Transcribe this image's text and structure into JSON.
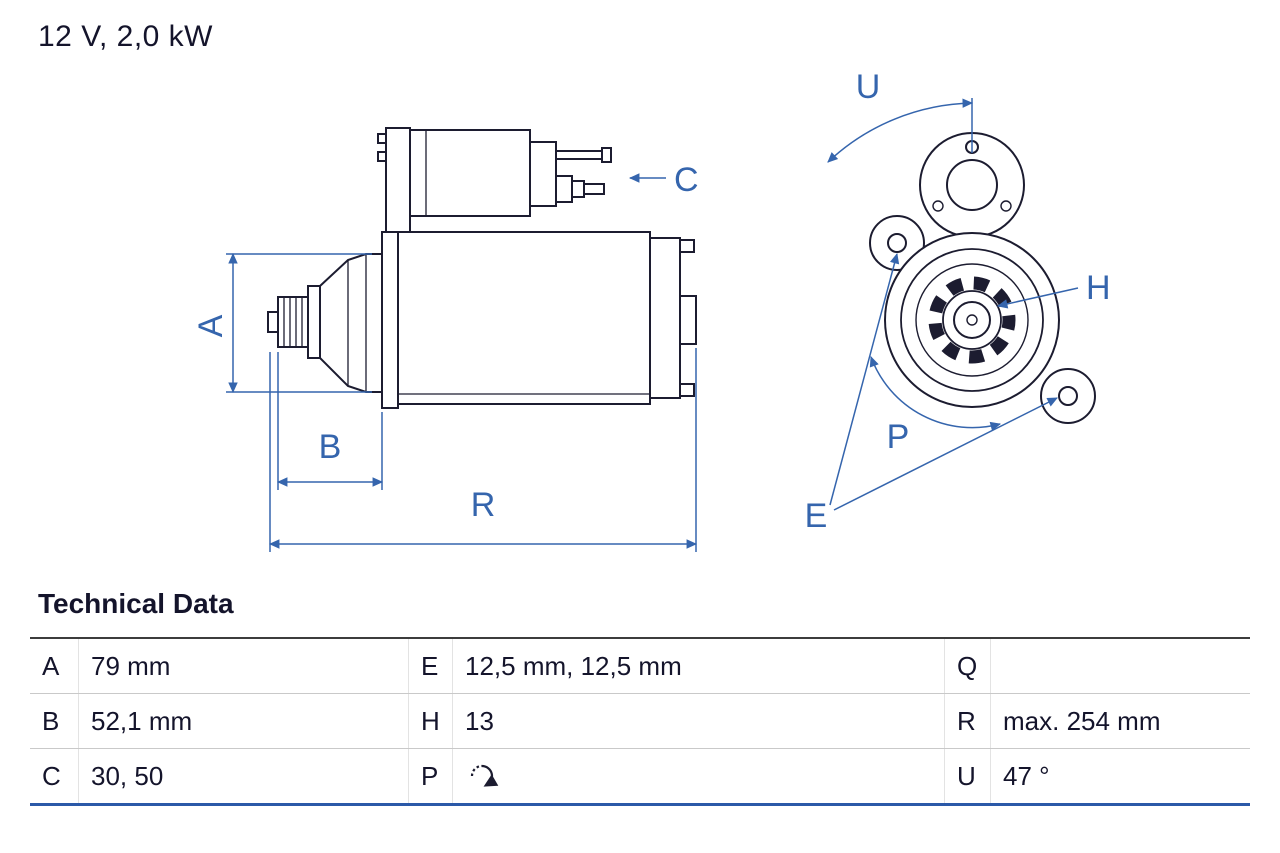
{
  "header": {
    "title": "12 V, 2,0 kW"
  },
  "diagram": {
    "description": "starter motor technical drawing, side view and front flange view",
    "labels": {
      "A": "A",
      "B": "B",
      "C": "C",
      "R": "R",
      "U": "U",
      "H": "H",
      "P": "P",
      "E": "E"
    }
  },
  "technical_data": {
    "heading": "Technical Data",
    "rows": [
      {
        "cells": [
          {
            "key": "A",
            "value": "79 mm"
          },
          {
            "key": "E",
            "value": "12,5 mm, 12,5 mm"
          },
          {
            "key": "Q",
            "value": ""
          }
        ]
      },
      {
        "cells": [
          {
            "key": "B",
            "value": "52,1 mm"
          },
          {
            "key": "H",
            "value": "13"
          },
          {
            "key": "R",
            "value": "max. 254 mm"
          }
        ]
      },
      {
        "cells": [
          {
            "key": "C",
            "value": "30, 50"
          },
          {
            "key": "P",
            "value": "",
            "icon": "rotation-direction-icon"
          },
          {
            "key": "U",
            "value": "47 °"
          }
        ]
      }
    ]
  },
  "colors": {
    "annotation_blue": "#3565ad",
    "line_dark": "#1c1c30",
    "table_bottom_border": "#2b59a8"
  }
}
